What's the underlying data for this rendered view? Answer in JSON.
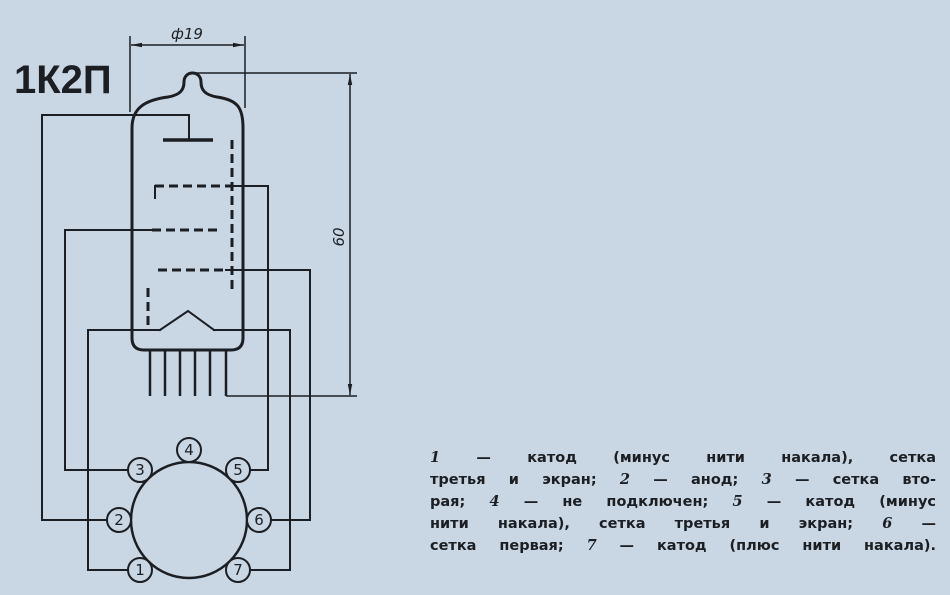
{
  "title": "1К2П",
  "dimensions": {
    "diameter": "ф19",
    "height": "60"
  },
  "pins": [
    "1",
    "2",
    "3",
    "4",
    "5",
    "6",
    "7"
  ],
  "legend": {
    "lines": [
      "1 — катод (минус нити накала), сетка",
      "третья и экран; 2 — анод; 3 — сетка вто-",
      "рая; 4 — не подключен; 5 — катод (минус",
      "нити накала), сетка третья и экран; 6 —",
      "сетка первая; 7 — катод (плюс нити накала)."
    ]
  },
  "colors": {
    "background": "#c9d6e3",
    "ink": "#1b1f24"
  }
}
